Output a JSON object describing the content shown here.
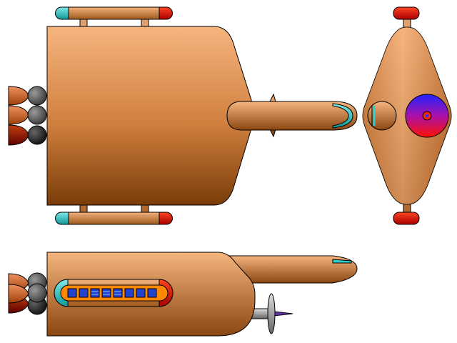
{
  "scene": {
    "subject": "spaceship-orthographic-views",
    "views": [
      "top",
      "front",
      "side"
    ]
  },
  "colors": {
    "hull_light": "#f4b07a",
    "hull_mid": "#d08040",
    "hull_dark": "#7a3a08",
    "cyan": "#33cccc",
    "red": "#dd2200",
    "dome_blue": "#2233ff",
    "dome_red": "#ff1100",
    "window_blue": "#2244cc",
    "orange_panel": "#ff8800",
    "sphere_gray": "#555555",
    "outline": "#000000"
  },
  "window_count": 8
}
